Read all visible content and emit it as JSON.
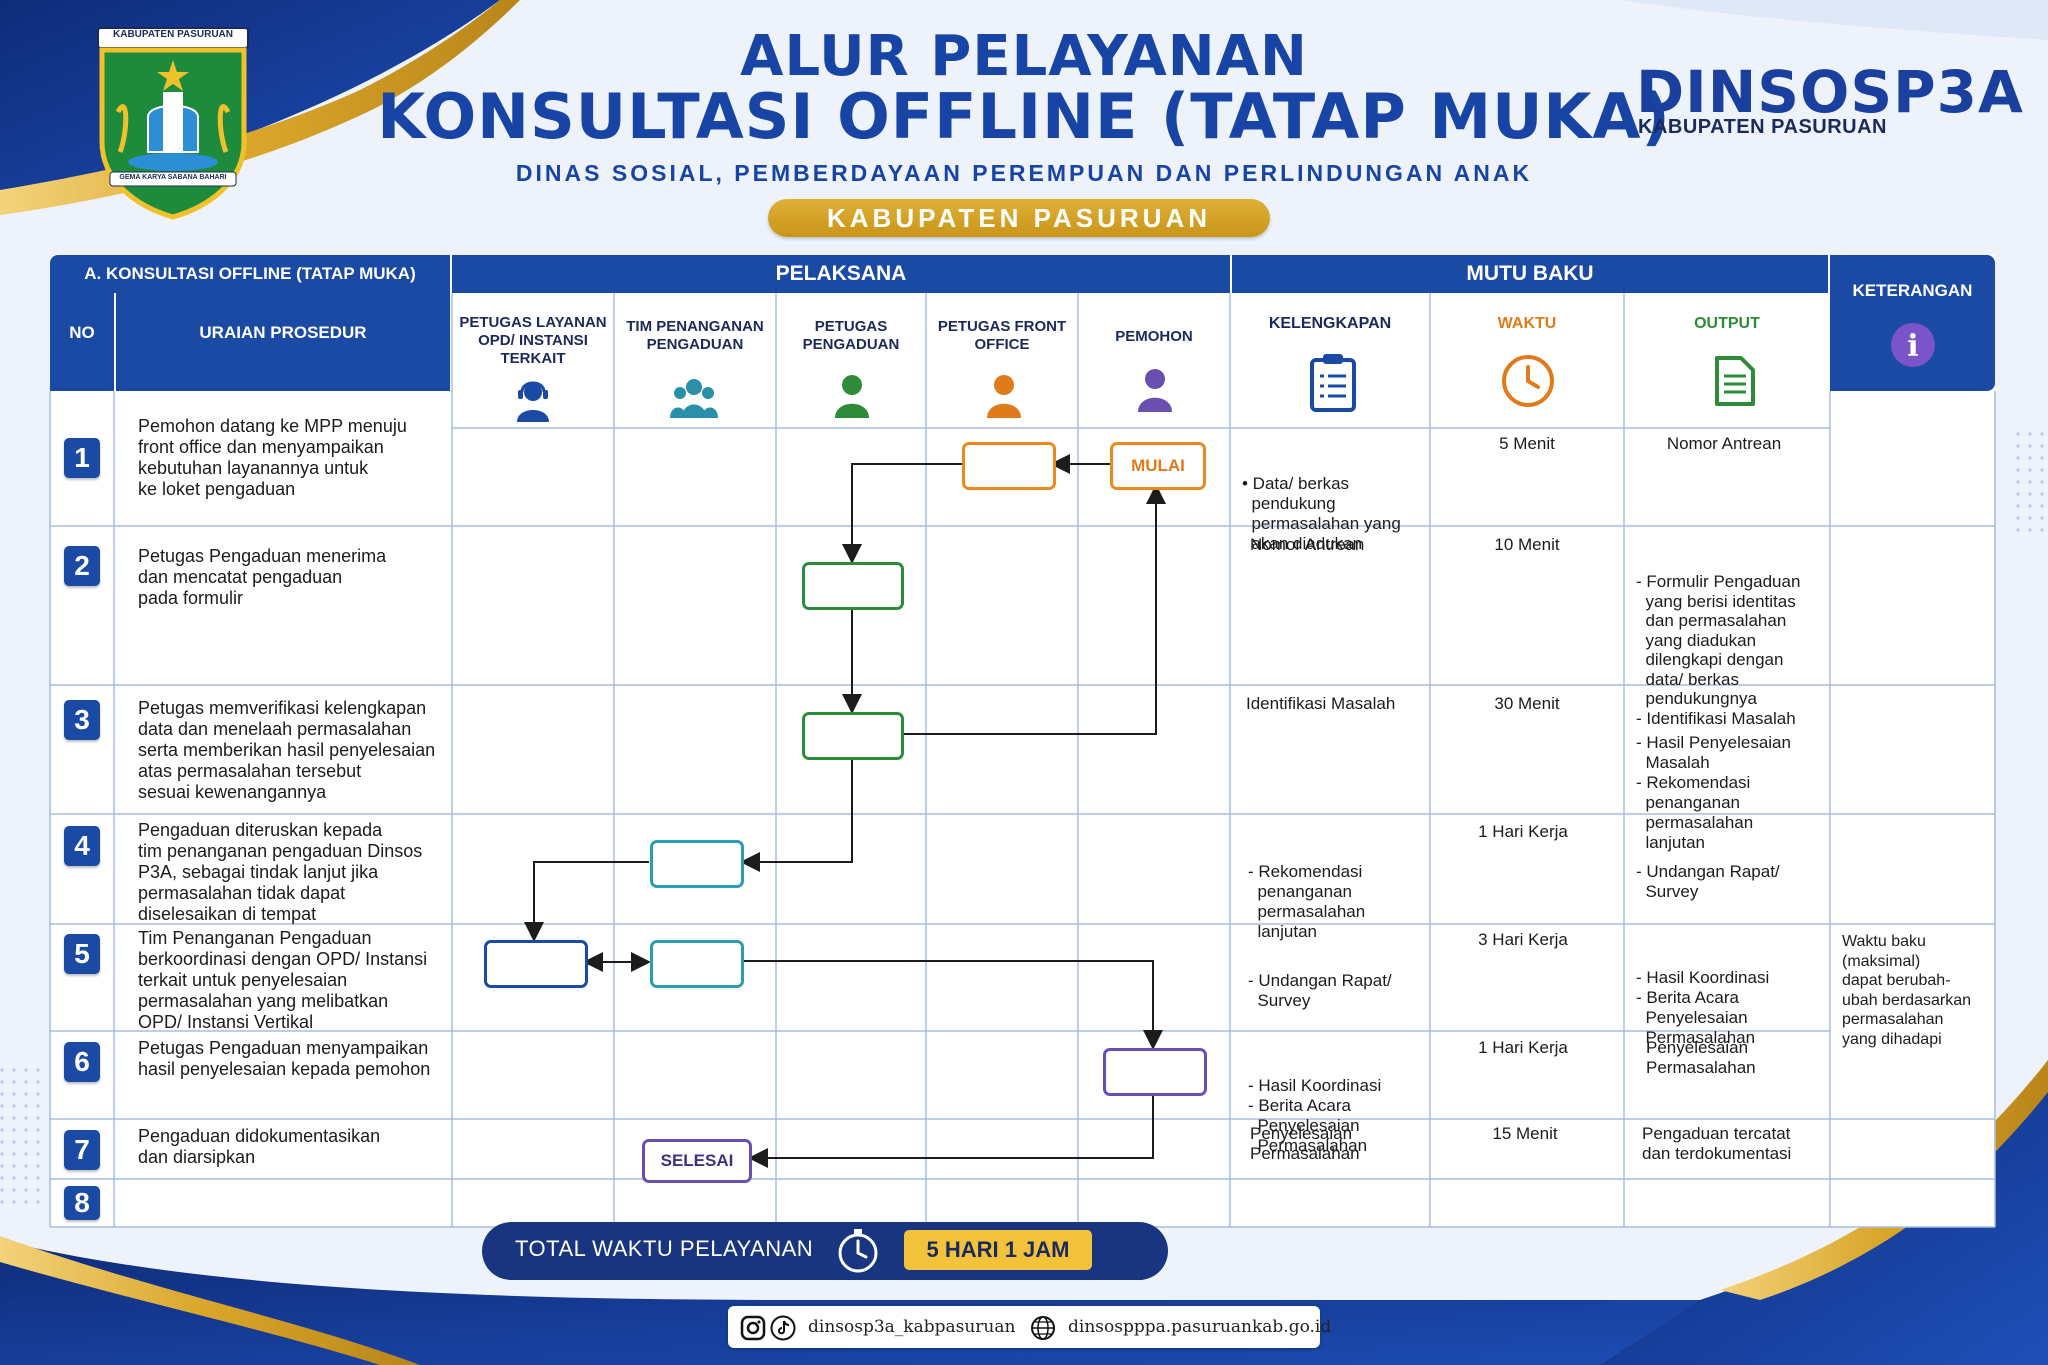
{
  "header": {
    "title_line1": "ALUR PELAYANAN",
    "title_line2": "KONSULTASI OFFLINE (TATAP MUKA)",
    "subtitle": "DINAS SOSIAL, PEMBERDAYAAN PEREMPUAN DAN PERLINDUNGAN ANAK",
    "region_pill": "KABUPATEN PASURUAN",
    "logo_left_caption": "KABUPATEN PASURUAN",
    "logo_left_motto": "GEMA KARYA SABANA BAHARI",
    "brand_name": "DINSOSP3A",
    "brand_sub": "KABUPATEN PASURUAN"
  },
  "table": {
    "section_title": "A. KONSULTASI OFFLINE (TATAP MUKA)",
    "col_no": "NO",
    "col_uraian": "URAIAN PROSEDUR",
    "group_pelaksana": "PELAKSANA",
    "group_mutu": "MUTU BAKU",
    "col_keterangan": "KETERANGAN",
    "pelaksana": [
      {
        "label": "PETUGAS LAYANAN OPD/ INSTANSI TERKAIT",
        "icon": "headset-person-icon",
        "color": "#1b4aa5"
      },
      {
        "label": "TIM PENANGANAN PENGADUAN",
        "icon": "team-icon",
        "color": "#2a8fa8"
      },
      {
        "label": "PETUGAS PENGADUAN",
        "icon": "person-icon",
        "color": "#2e8b3a"
      },
      {
        "label": "PETUGAS FRONT OFFICE",
        "icon": "person-icon",
        "color": "#e07b1c"
      },
      {
        "label": "PEMOHON",
        "icon": "person-icon",
        "color": "#6a4fb0"
      }
    ],
    "mutu": [
      {
        "label": "KELENGKAPAN",
        "icon": "clipboard-icon",
        "color": "#1b2a5a"
      },
      {
        "label": "WAKTU",
        "icon": "clock-icon",
        "color": "#e07b1c"
      },
      {
        "label": "OUTPUT",
        "icon": "document-icon",
        "color": "#2e8b3a"
      }
    ],
    "rows": [
      {
        "no": "1",
        "uraian": [
          "Pemohon datang ke MPP menuju",
          "front office dan menyampaikan",
          "kebutuhan layanannya untuk",
          "ke loket pengaduan"
        ],
        "kelengkapan": [
          "• Data/ berkas",
          "  pendukung",
          "  permasalahan yang",
          "  akan diadukan"
        ],
        "waktu": "5 Menit",
        "output": [
          "Nomor Antrean"
        ]
      },
      {
        "no": "2",
        "uraian": [
          "Petugas Pengaduan menerima",
          "dan mencatat pengaduan",
          "pada formulir"
        ],
        "kelengkapan": [
          "Nomor Antrean"
        ],
        "waktu": "10 Menit",
        "output": [
          "- Formulir Pengaduan",
          "  yang berisi identitas",
          "  dan permasalahan",
          "  yang diadukan",
          "  dilengkapi dengan",
          "  data/ berkas",
          "  pendukungnya",
          "- Identifikasi Masalah"
        ]
      },
      {
        "no": "3",
        "uraian": [
          "Petugas memverifikasi kelengkapan",
          "data dan menelaah permasalahan",
          "serta memberikan hasil penyelesaian",
          "atas permasalahan tersebut",
          "sesuai kewenangannya"
        ],
        "kelengkapan": [
          "Identifikasi Masalah"
        ],
        "waktu": "30 Menit",
        "output": [
          "- Hasil Penyelesaian",
          "  Masalah",
          "- Rekomendasi",
          "  penanganan",
          "  permasalahan",
          "  lanjutan"
        ]
      },
      {
        "no": "4",
        "uraian": [
          "Pengaduan diteruskan kepada",
          "tim penanganan pengaduan Dinsos",
          "P3A, sebagai tindak lanjut jika",
          "permasalahan tidak dapat",
          "diselesaikan di tempat"
        ],
        "kelengkapan": [
          "- Rekomendasi",
          "  penanganan",
          "  permasalahan",
          "  lanjutan"
        ],
        "waktu": "1 Hari Kerja",
        "output": [
          "- Undangan Rapat/",
          "  Survey"
        ]
      },
      {
        "no": "5",
        "uraian": [
          "Tim Penanganan Pengaduan",
          "berkoordinasi dengan OPD/ Instansi",
          "terkait untuk penyelesaian",
          "permasalahan yang melibatkan",
          "OPD/ Instansi Vertikal"
        ],
        "kelengkapan": [
          "- Undangan Rapat/",
          "  Survey"
        ],
        "waktu": "3 Hari Kerja",
        "output": [
          "- Hasil Koordinasi",
          "- Berita Acara",
          "  Penyelesaian",
          "  Permasalahan"
        ]
      },
      {
        "no": "6",
        "uraian": [
          "Petugas Pengaduan menyampaikan",
          "hasil penyelesaian kepada pemohon"
        ],
        "kelengkapan": [
          "- Hasil Koordinasi",
          "- Berita Acara",
          "  Penyelesaian",
          "  Permasalahan"
        ],
        "waktu": "1 Hari Kerja",
        "output": [
          "Penyelesaian",
          "Permasalahan"
        ]
      },
      {
        "no": "7",
        "uraian": [
          "Pengaduan didokumentasikan",
          "dan diarsipkan"
        ],
        "kelengkapan": [
          "Penyelesaian",
          "Permasalahan"
        ],
        "waktu": "15 Menit",
        "output": [
          "Pengaduan tercatat",
          "dan terdokumentasi"
        ]
      },
      {
        "no": "8",
        "uraian": [],
        "kelengkapan": [],
        "waktu": "",
        "output": []
      }
    ],
    "keterangan_note": [
      "Waktu baku",
      "(maksimal)",
      "dapat berubah-",
      "ubah berdasarkan",
      "permasalahan",
      "yang dihadapi"
    ]
  },
  "flow": {
    "start_label": "MULAI",
    "end_label": "SELESAI"
  },
  "footer": {
    "total_label": "TOTAL WAKTU PELAYANAN",
    "total_value": "5 HARI 1 JAM",
    "social_handle": "dinsosp3a_kabpasuruan",
    "website": "dinsospppa.pasuruankab.go.id"
  },
  "colors": {
    "primary_blue": "#1844a6",
    "navy": "#19357f",
    "gold": "#d9a52a"
  }
}
